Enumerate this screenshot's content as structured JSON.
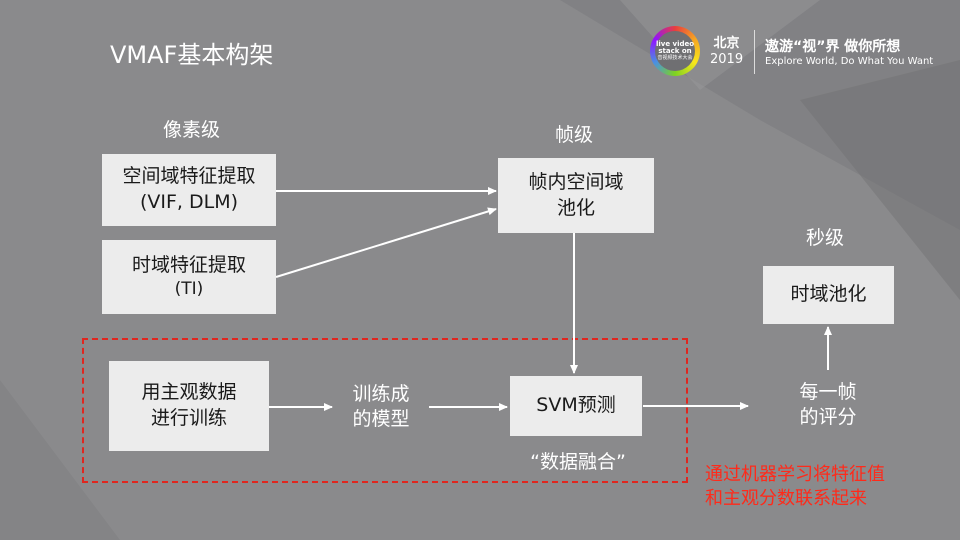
{
  "slide": {
    "title": "VMAF基本构架",
    "background_color": "#8a8a8c",
    "accent_red": "#e0261f"
  },
  "logo": {
    "badge_line1": "live video",
    "badge_line2": "stack on",
    "badge_line3": "音视频技术大会",
    "city": "北京",
    "year": "2019",
    "slogan_cn": "遨游“视”界 做你所想",
    "slogan_en": "Explore World, Do What You Want"
  },
  "levels": {
    "pixel": "像素级",
    "frame": "帧级",
    "second": "秒级"
  },
  "boxes": {
    "spatial_line1": "空间域特征提取",
    "spatial_line2": "(VIF, DLM)",
    "temporal_line1": "时域特征提取",
    "temporal_line2": "(TI)",
    "intra_pool_line1": "帧内空间域",
    "intra_pool_line2": "池化",
    "train_line1": "用主观数据",
    "train_line2": "进行训练",
    "svm": "SVM预测",
    "temporal_pool": "时域池化"
  },
  "labels": {
    "model_line1": "训练成",
    "model_line2": "的模型",
    "score_line1": "每一帧",
    "score_line2": "的评分",
    "fusion": "“数据融合”",
    "note_line1": "通过机器学习将特征值",
    "note_line2": "和主观分数联系起来"
  }
}
